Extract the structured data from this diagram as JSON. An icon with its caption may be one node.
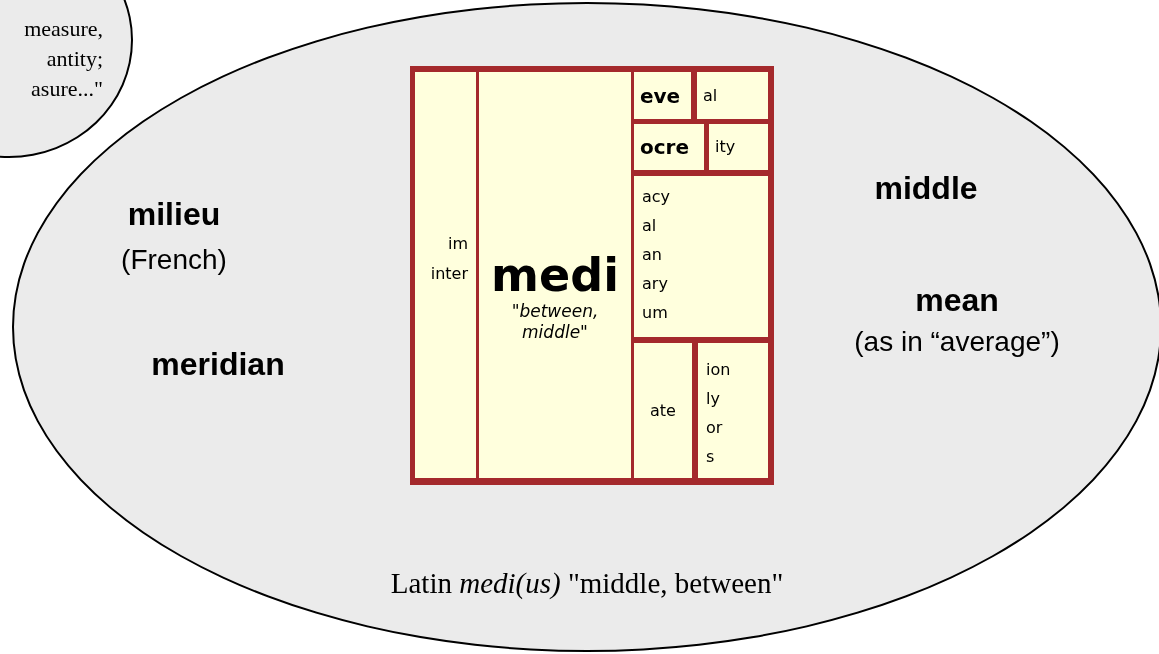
{
  "diagram": {
    "nodes": [
      {
        "text": [
          "Latin *medi(us)* \"middle, between\""
        ]
      },
      {
        "text": [
          "measure, antity; asure...\""
        ]
      },
      {
        "text": [],
        "shape": "box",
        "in": 0
      },
      {
        "text": [
          "im",
          "inter"
        ],
        "in": 2
      },
      {
        "text": [
          "medi",
          "\"between, middle\""
        ],
        "in": 2
      },
      {
        "text": [
          "eve"
        ],
        "in": 2
      },
      {
        "text": [
          "al"
        ],
        "in": 2
      },
      {
        "text": [
          "ocre"
        ],
        "in": 2
      },
      {
        "text": [
          "ity"
        ],
        "in": 2
      },
      {
        "text": [
          "acy",
          "al",
          "an",
          "ary",
          "um"
        ],
        "in": 2
      },
      {
        "text": [
          "ate"
        ],
        "in": 2
      },
      {
        "text": [
          "ion",
          "ly",
          "or",
          "s"
        ],
        "in": 2
      }
    ],
    "edges": [],
    "labels": [
      "middle",
      "milieu",
      "(French)",
      "mean",
      "(as in “average”)",
      "meridian"
    ]
  }
}
